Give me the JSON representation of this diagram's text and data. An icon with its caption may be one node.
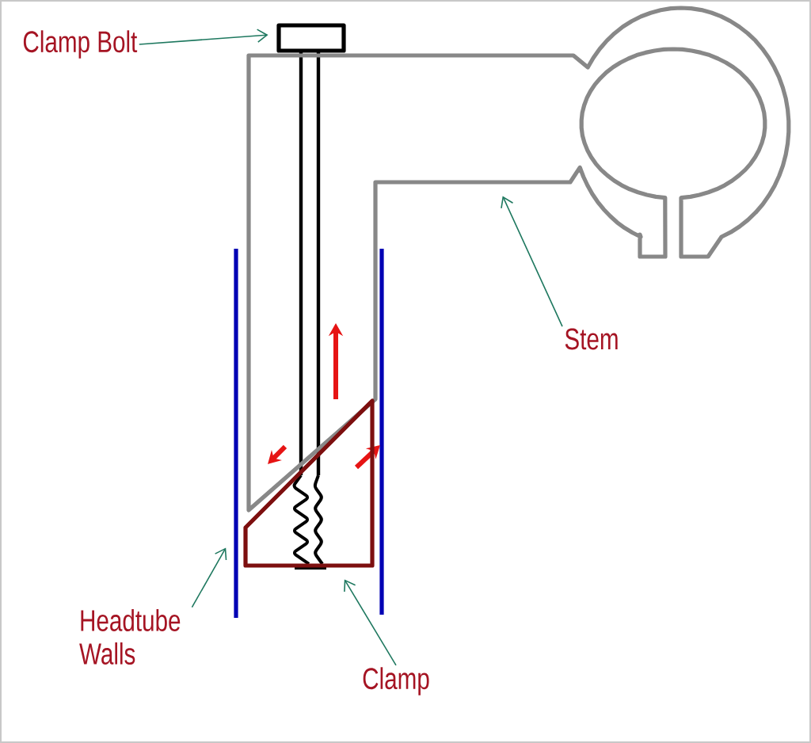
{
  "diagram": {
    "nodes": [
      {
        "text": [
          "Clamp Bolt"
        ]
      },
      {
        "text": [],
        "shape": "bolt"
      },
      {
        "text": [
          "Stem"
        ]
      },
      {
        "text": [],
        "shape": "stem"
      },
      {
        "text": [
          "Headtube Walls"
        ]
      },
      {
        "text": [],
        "shape": "wall"
      },
      {
        "text": [
          "Clamp"
        ]
      },
      {
        "text": [],
        "shape": "clamp"
      }
    ],
    "edges": [
      {
        "from": 0,
        "to": 1,
        "arrow": "to"
      },
      {
        "from": 2,
        "to": 3,
        "arrow": "to"
      },
      {
        "from": 4,
        "to": 5,
        "arrow": "to"
      },
      {
        "from": 6,
        "to": 7,
        "arrow": "to"
      }
    ]
  }
}
